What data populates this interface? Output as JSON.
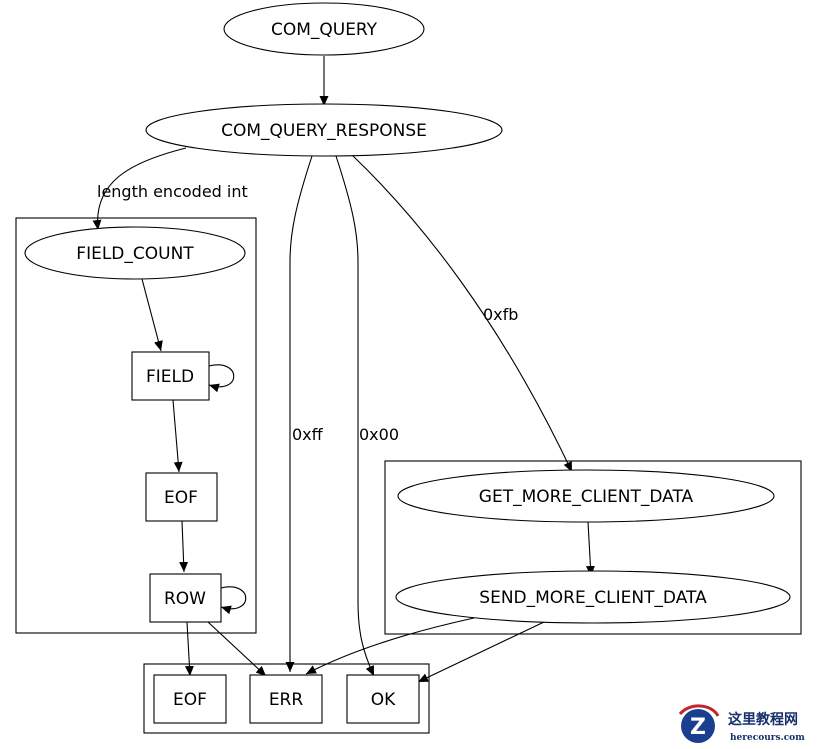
{
  "nodes": {
    "com_query": "COM_QUERY",
    "com_query_response": "COM_QUERY_RESPONSE",
    "field_count": "FIELD_COUNT",
    "field": "FIELD",
    "eof_resultset": "EOF",
    "row": "ROW",
    "get_more_client_data": "GET_MORE_CLIENT_DATA",
    "send_more_client_data": "SEND_MORE_CLIENT_DATA",
    "eof_final": "EOF",
    "err": "ERR",
    "ok": "OK"
  },
  "edge_labels": {
    "length_encoded_int": "length encoded int",
    "err_code": "0xff",
    "ok_code": "0x00",
    "local_infile_code": "0xfb"
  },
  "watermark": {
    "logo_letter": "Z",
    "cn_text": "这里教程网",
    "en_text": "herecours.com"
  }
}
